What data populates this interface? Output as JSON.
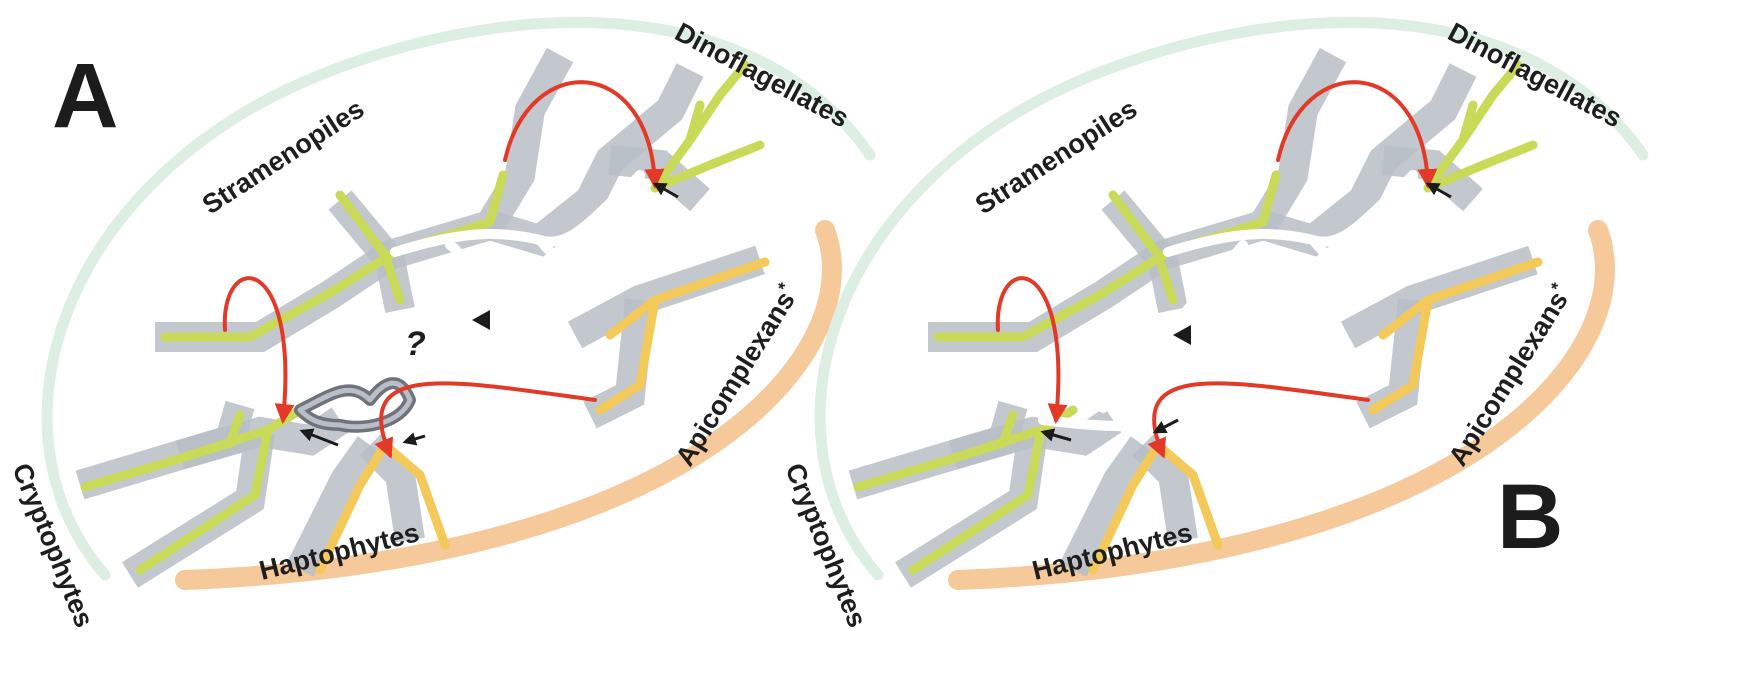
{
  "panels": [
    {
      "letter": "A",
      "labels": {
        "stramenopiles": "Stramenopiles",
        "dinoflagellates": "Dinoflagellates",
        "apicomplexans": "Apicomplexans",
        "apicomplexans_mark": "*",
        "haptophytes": "Haptophytes",
        "cryptophytes": "Cryptophytes"
      },
      "question_mark": "?"
    },
    {
      "letter": "B",
      "labels": {
        "stramenopiles": "Stramenopiles",
        "dinoflagellates": "Dinoflagellates",
        "apicomplexans": "Apicomplexans",
        "apicomplexans_mark": "*",
        "haptophytes": "Haptophytes",
        "cryptophytes": "Cryptophytes"
      }
    }
  ],
  "colors": {
    "green_branch": "#c8da58",
    "yellow_branch": "#f3c95a",
    "halo": "#b9bec7",
    "transfer_arrow": "#e23a27",
    "outer_ring_green": "#dcefe2",
    "outer_ring_orange": "#f6c99a"
  }
}
